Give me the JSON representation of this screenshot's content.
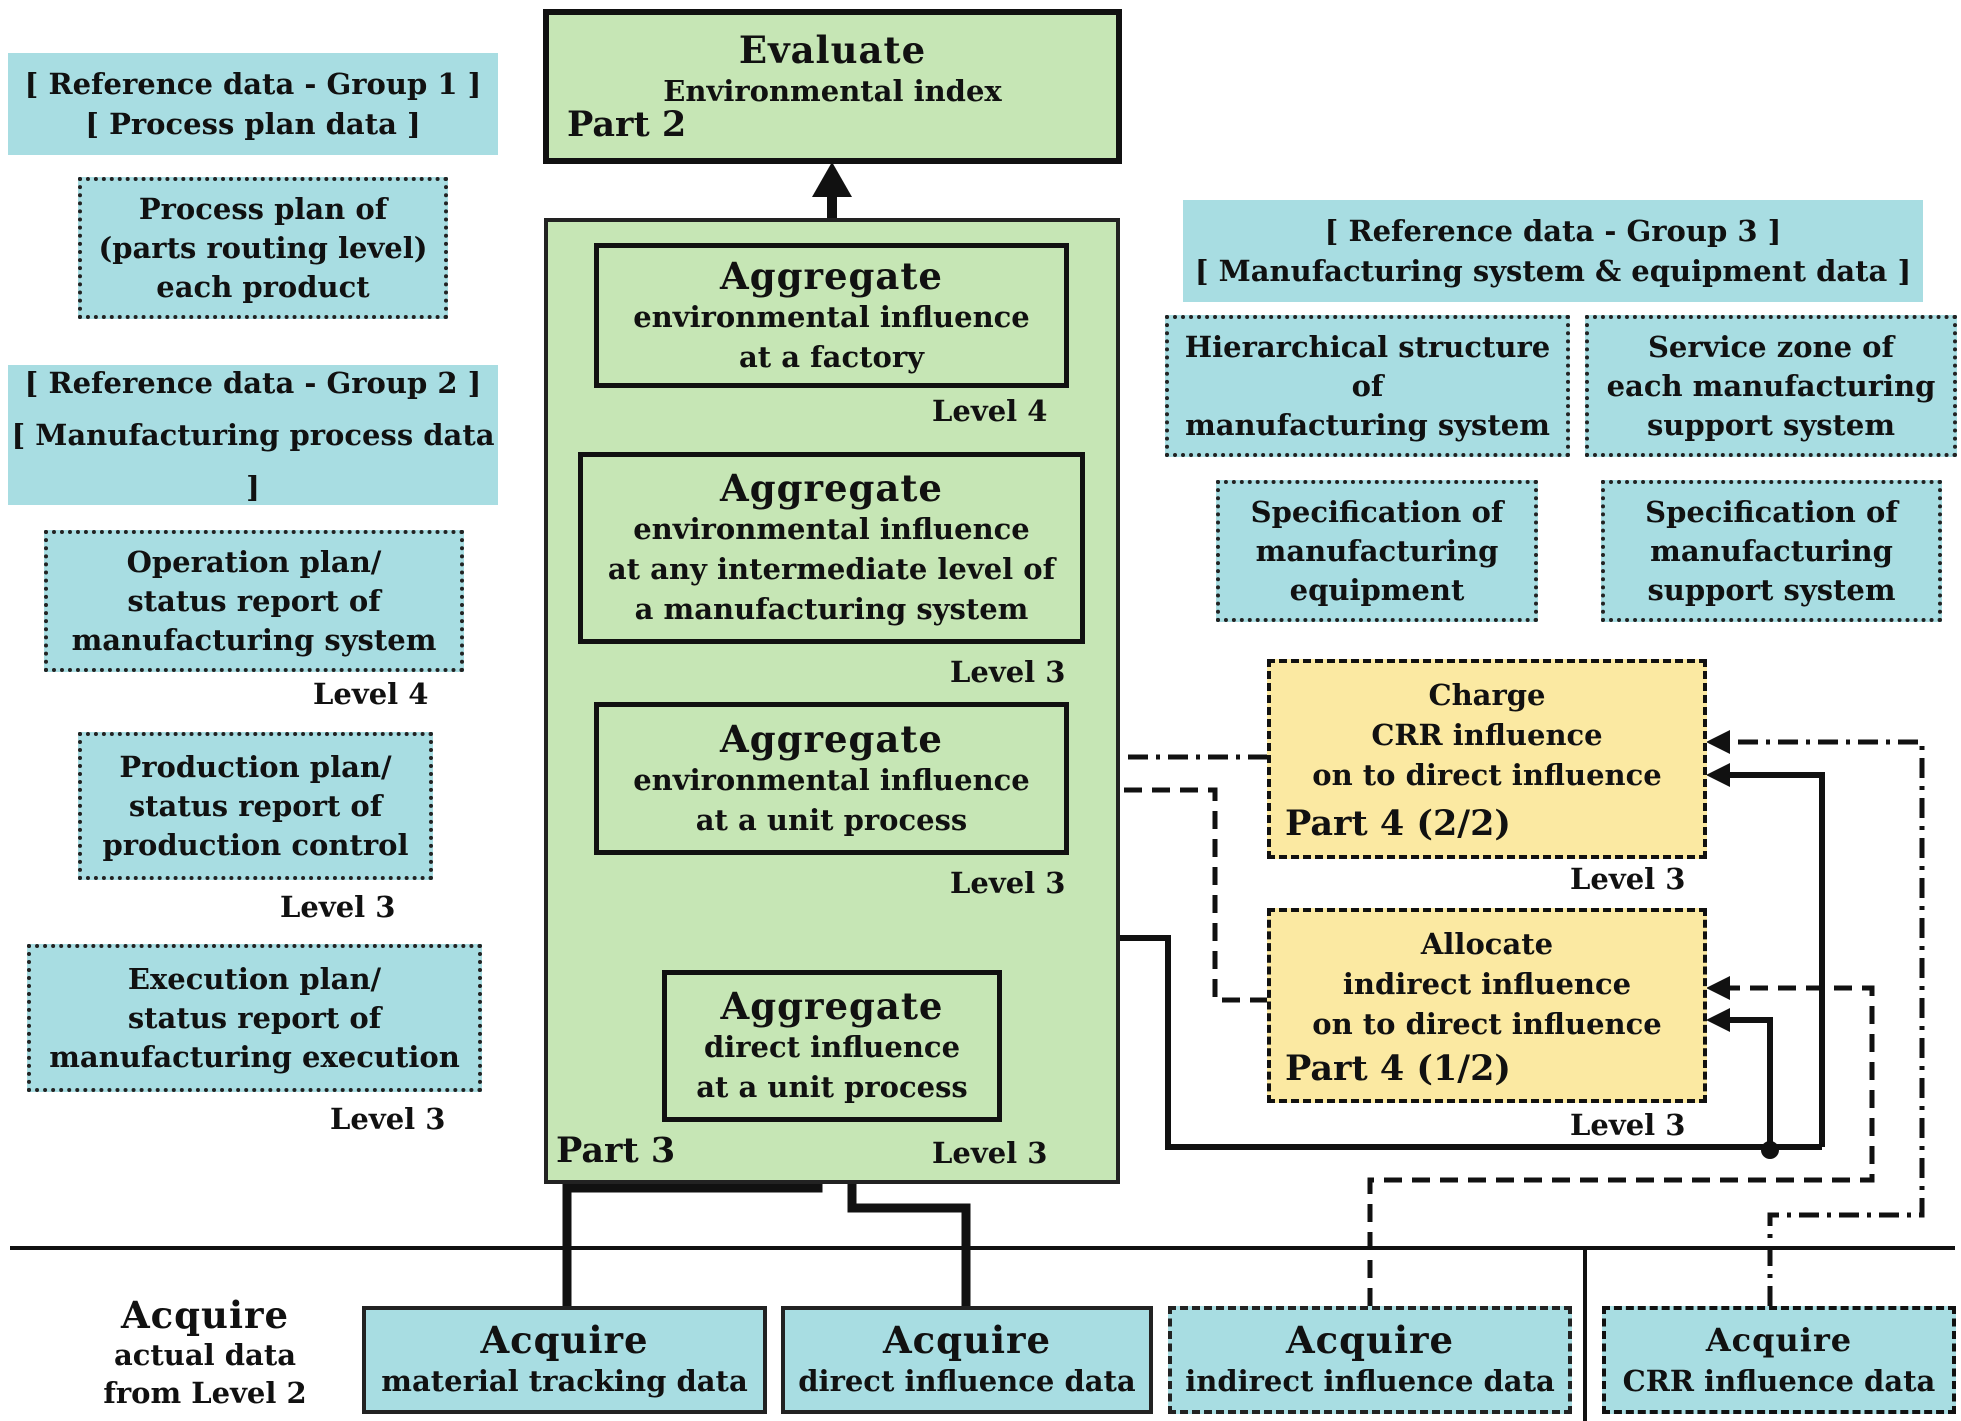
{
  "evaluate": {
    "title": "Evaluate",
    "subtitle": "Environmental index",
    "part": "Part 2"
  },
  "part3_label": "Part 3",
  "agg_factory": {
    "title": "Aggregate",
    "lines": [
      "environmental influence",
      "at a factory"
    ],
    "level": "Level 4"
  },
  "agg_intermediate": {
    "title": "Aggregate",
    "lines": [
      "environmental influence",
      "at any intermediate level of",
      "a manufacturing system"
    ],
    "level": "Level 3"
  },
  "agg_unit_env": {
    "title": "Aggregate",
    "lines": [
      "environmental influence",
      "at a unit process"
    ],
    "level": "Level 3"
  },
  "agg_unit_direct": {
    "title": "Aggregate",
    "lines": [
      "direct influence",
      "at a unit process"
    ],
    "level": "Level 3"
  },
  "group1": {
    "header": [
      "[ Reference data  - Group 1 ]",
      "[ Process plan data ]"
    ],
    "item": [
      "Process plan of",
      "(parts routing level)",
      "each product"
    ]
  },
  "group2": {
    "header": [
      "[ Reference data  - Group 2 ]",
      "[ Manufacturing process data ]"
    ],
    "items": [
      {
        "lines": [
          "Operation plan/",
          "status report of",
          "manufacturing system"
        ],
        "level": "Level 4"
      },
      {
        "lines": [
          "Production plan/",
          "status report of",
          "production control"
        ],
        "level": "Level 3"
      },
      {
        "lines": [
          "Execution plan/",
          "status report of",
          "manufacturing execution"
        ],
        "level": "Level 3"
      }
    ]
  },
  "group3": {
    "header": [
      "[ Reference data  - Group 3 ]",
      "[ Manufacturing system & equipment data ]"
    ],
    "items": [
      {
        "lines": [
          "Hierarchical structure",
          "of",
          "manufacturing system"
        ]
      },
      {
        "lines": [
          "Service zone of",
          "each manufacturing",
          "support system"
        ]
      },
      {
        "lines": [
          "Specification of",
          "manufacturing",
          "equipment"
        ]
      },
      {
        "lines": [
          "Specification of",
          "manufacturing",
          "support system"
        ]
      }
    ]
  },
  "charge": {
    "lines": [
      "Charge",
      "CRR influence",
      "on to direct influence"
    ],
    "part": "Part 4 (2/2)",
    "level": "Level 3"
  },
  "allocate": {
    "lines": [
      "Allocate",
      "indirect influence",
      "on to direct influence"
    ],
    "part": "Part 4 (1/2)",
    "level": "Level 3"
  },
  "acquire_label": {
    "title": "Acquire",
    "lines": [
      "actual data",
      "from Level 2"
    ]
  },
  "acquire_boxes": [
    {
      "title": "Acquire",
      "sub": "material tracking data"
    },
    {
      "title": "Acquire",
      "sub": "direct influence data"
    },
    {
      "title": "Acquire",
      "sub": "indirect influence data"
    },
    {
      "title": "Acquire",
      "sub": "CRR influence data"
    }
  ],
  "colors": {
    "reference": "#a8dde2",
    "part_green": "#c6e6b5",
    "part4_yellow": "#fbe9a2",
    "line": "#111111"
  }
}
